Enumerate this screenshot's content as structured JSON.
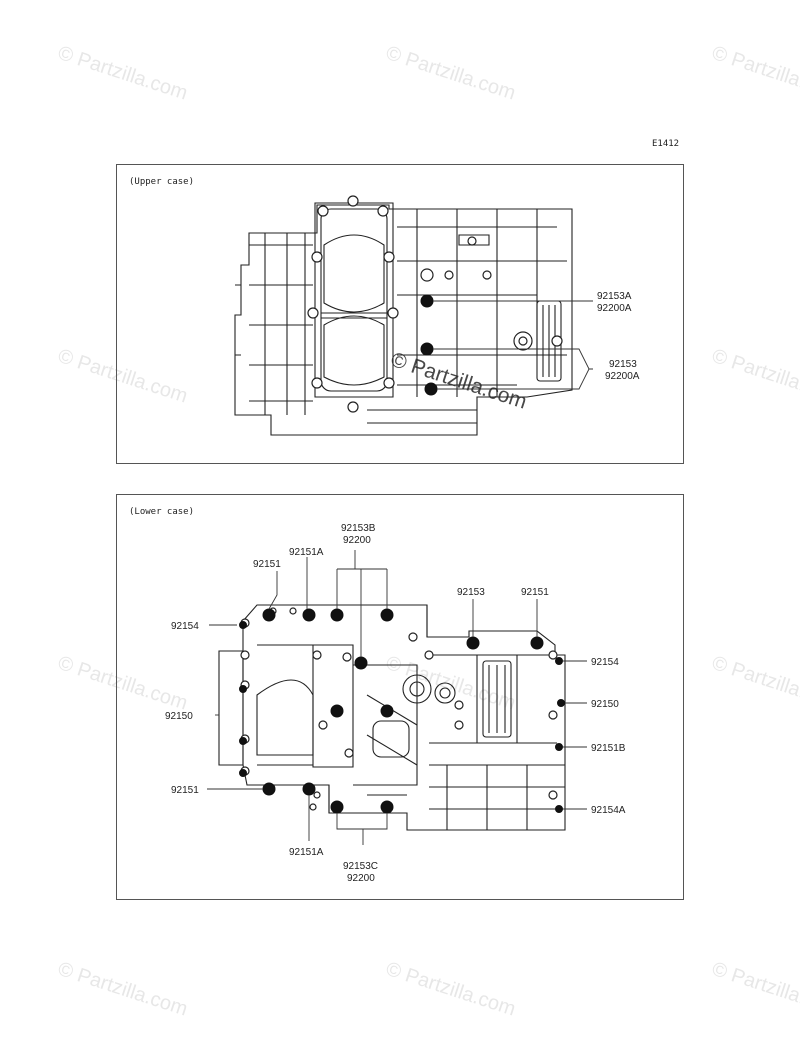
{
  "diagram_code": "E1412",
  "watermark": "© Partzilla.com",
  "upper": {
    "title": "(Upper case)",
    "labels": {
      "l1a": "92153A",
      "l1b": "92200A",
      "l2a": "92153",
      "l2b": "92200A"
    }
  },
  "lower": {
    "title": "(Lower case)",
    "labels": {
      "top_b": "92153B",
      "top_b2": "92200",
      "p92151a_top": "92151A",
      "p92151_top": "92151",
      "p92154_left": "92154",
      "p92150_left": "92150",
      "p92151_left": "92151",
      "p92151a_bot": "92151A",
      "bot_c": "92153C",
      "bot_c2": "92200",
      "p92153_top": "92153",
      "p92151_topr": "92151",
      "p92154_right": "92154",
      "p92150_right": "92150",
      "p92151b_right": "92151B",
      "p92154a_right": "92154A"
    }
  }
}
